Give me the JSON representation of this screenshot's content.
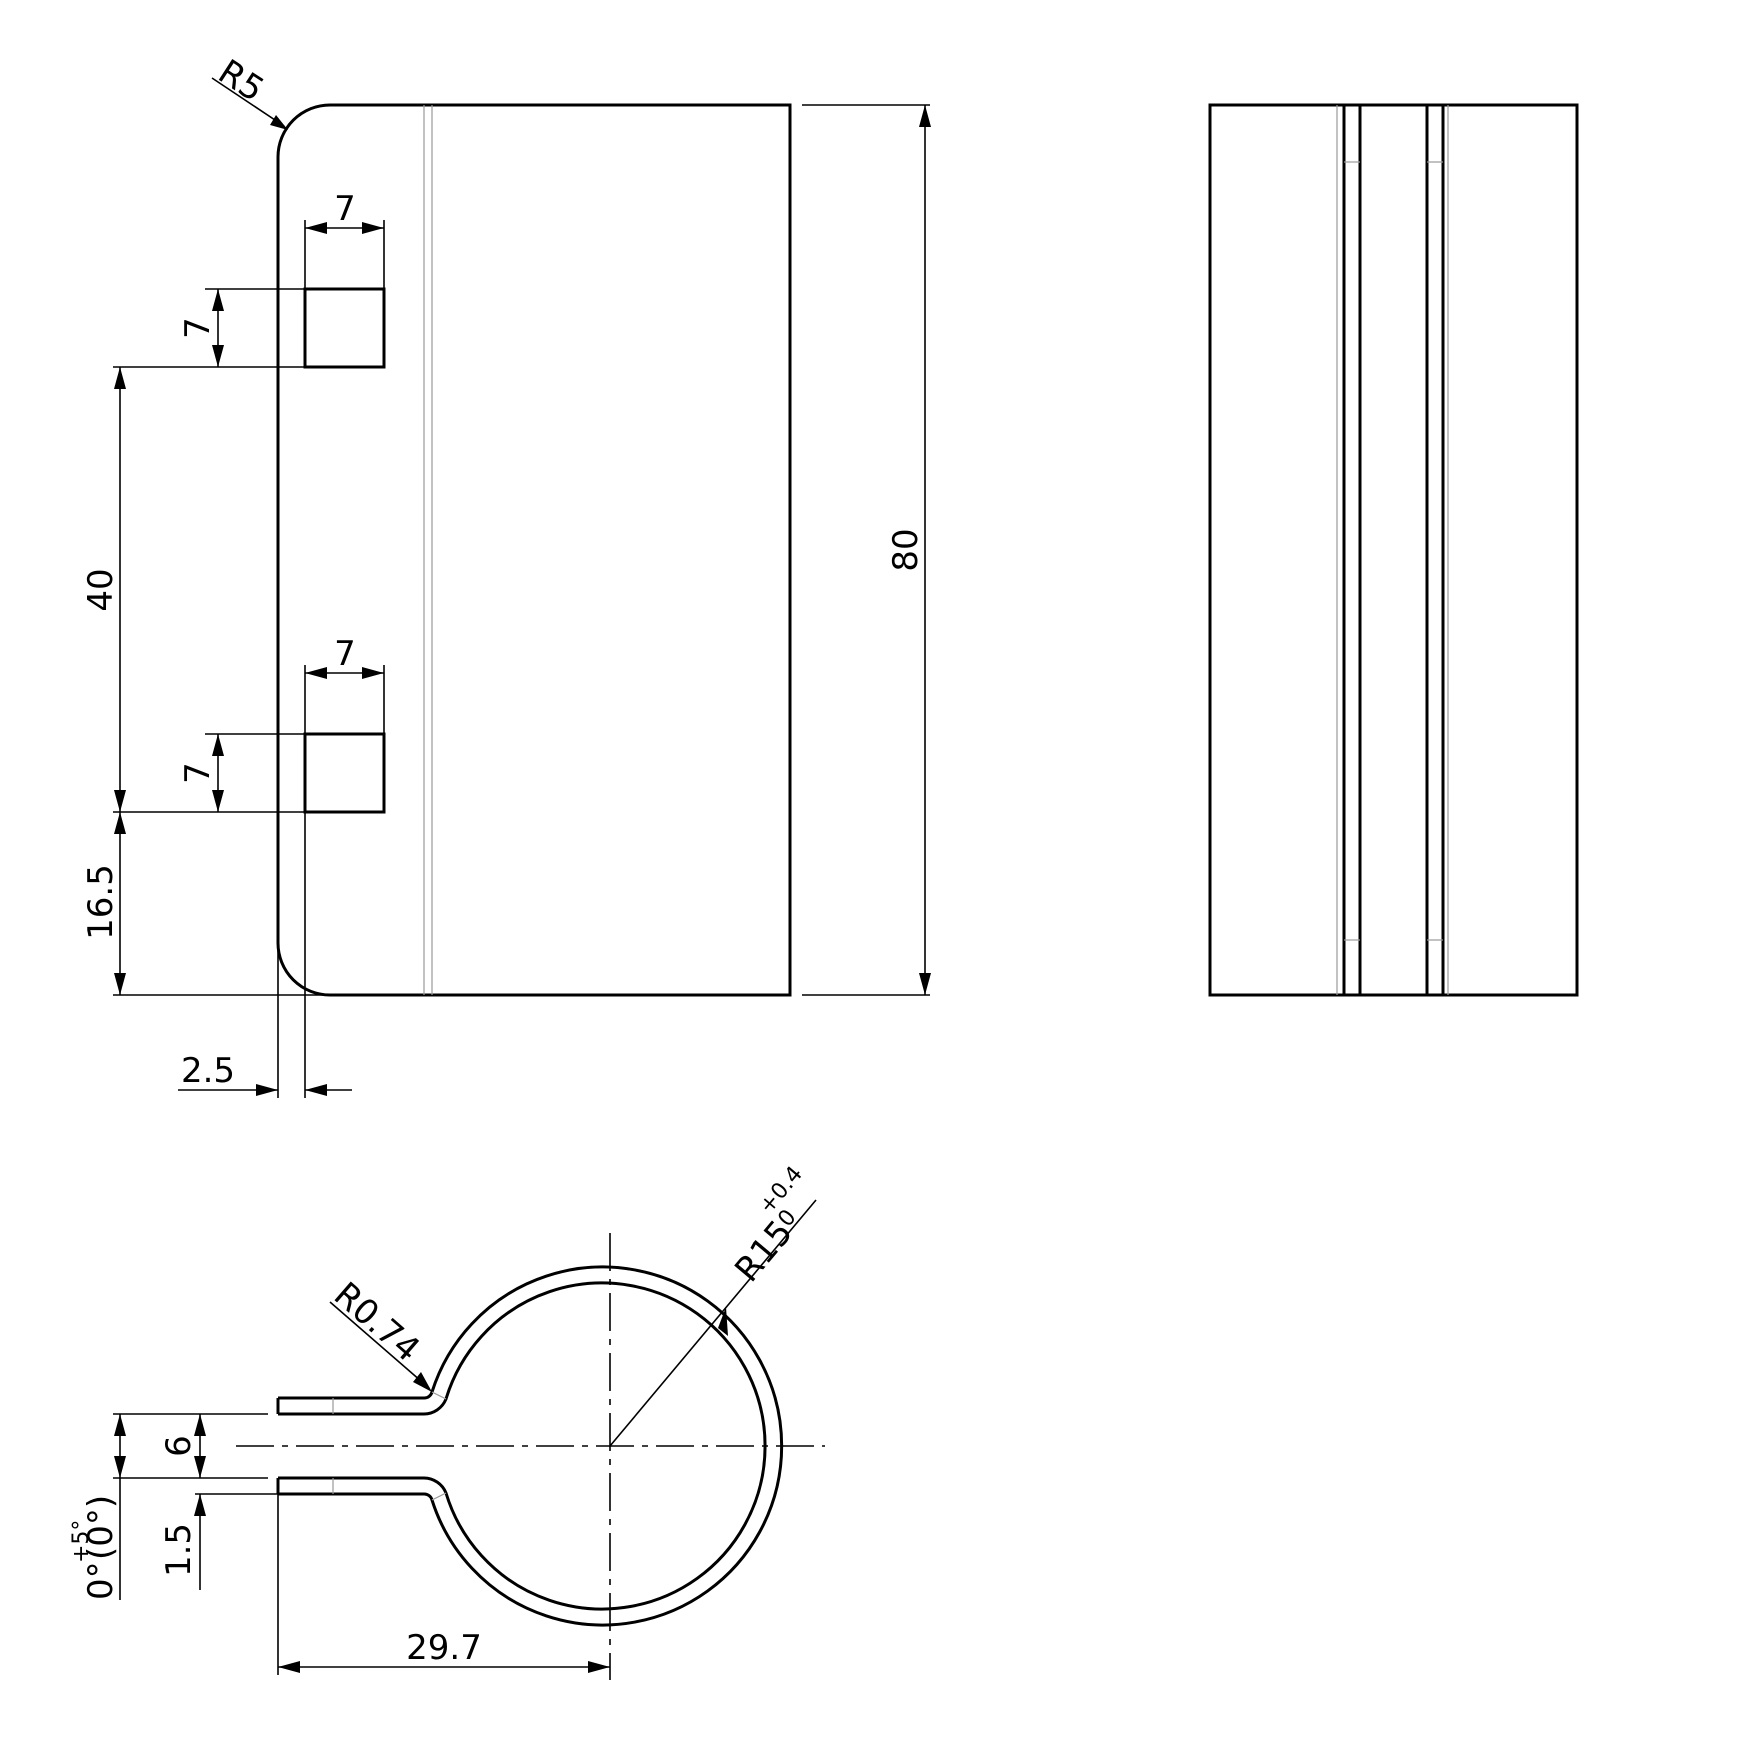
{
  "dims": {
    "corner_radius": "R5",
    "hole_width_top": "7",
    "hole_height_top": "7",
    "hole_spacing": "40",
    "hole_width_bottom": "7",
    "hole_height_bottom": "7",
    "bottom_offset": "16.5",
    "thickness": "2.5",
    "overall_height": "80",
    "bend_radius": "R0.74",
    "main_radius": "R15",
    "main_radius_tol_upper": "+0.4",
    "main_radius_tol_lower": "0",
    "gap": "6",
    "angle_base": "0°",
    "angle_tol": "+5°",
    "angle_ref": "(0°)",
    "tab_thickness": "1.5",
    "center_distance": "29.7"
  }
}
